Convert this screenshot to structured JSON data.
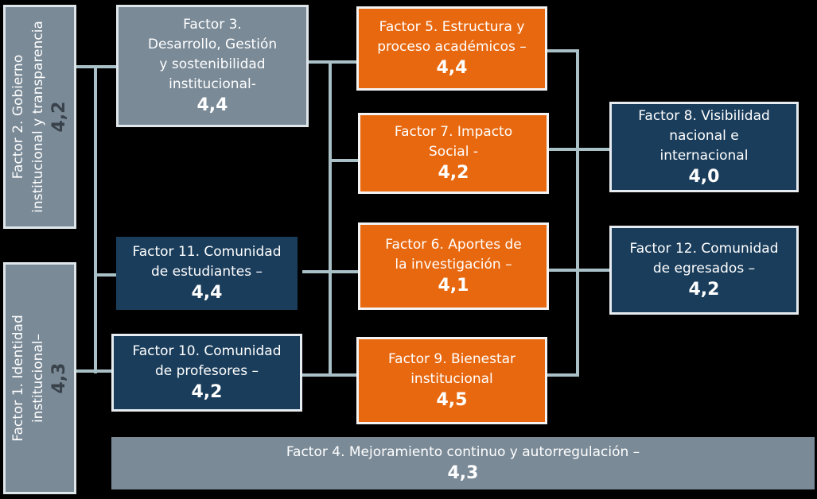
{
  "factors": {
    "f1": {
      "label": "Factor 1. Identidad\ninstitucional–",
      "score": "4,3"
    },
    "f2": {
      "label": "Factor 2. Gobierno\ninstitucional y transparencia",
      "score": "4,2"
    },
    "f3": {
      "label": "Factor 3.\nDesarrollo, Gestión\ny sostenibilidad\ninstitucional-",
      "score": "4,4"
    },
    "f4": {
      "label": "Factor 4. Mejoramiento continuo y autorregulación –",
      "score": "4,3"
    },
    "f5": {
      "label": "Factor 5. Estructura y\nproceso académicos –",
      "score": "4,4"
    },
    "f6": {
      "label": "Factor 6. Aportes de\nla investigación –",
      "score": "4,1"
    },
    "f7": {
      "label": "Factor 7. Impacto\nSocial  -",
      "score": "4,2"
    },
    "f8": {
      "label": "Factor 8. Visibilidad\nnacional e\ninternacional",
      "score": "4,0"
    },
    "f9": {
      "label": "Factor 9. Bienestar\ninstitucional",
      "score": "4,5"
    },
    "f10": {
      "label": "Factor 10. Comunidad\nde profesores –",
      "score": "4,2"
    },
    "f11": {
      "label": "Factor 11. Comunidad\nde estudiantes –",
      "score": "4,4"
    },
    "f12": {
      "label": "Factor 12. Comunidad\nde egresados –",
      "score": "4,2"
    }
  },
  "colors": {
    "gray": "#7a8a97",
    "orange": "#e8680f",
    "navy": "#1a3d5b",
    "connector": "#a9c0c6",
    "background": "#000000"
  }
}
